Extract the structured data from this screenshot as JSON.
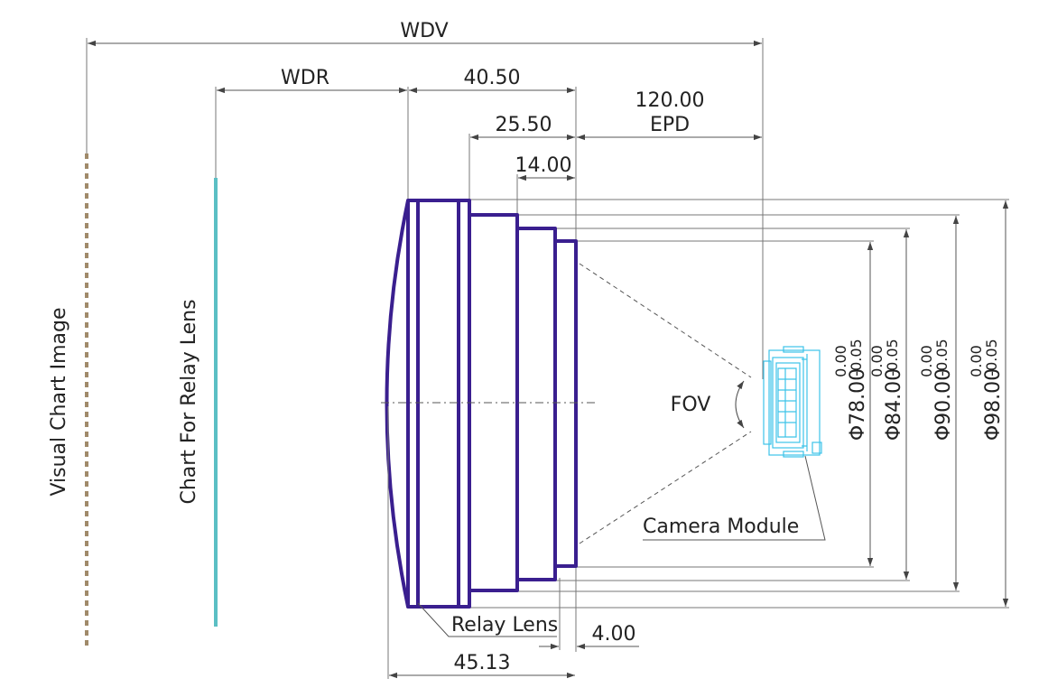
{
  "labels": {
    "wdv": "WDV",
    "wdr": "WDR",
    "dim_40_50": "40.50",
    "dim_120": "120.00",
    "epd": "EPD",
    "dim_25_50": "25.50",
    "dim_14": "14.00",
    "dim_45_13": "45.13",
    "dim_4": "4.00",
    "fov": "FOV",
    "camera_module": "Camera Module",
    "relay_lens": "Relay Lens",
    "visual_chart_image": "Visual Chart Image",
    "chart_for_relay_lens": "Chart For Relay Lens"
  },
  "diameters": [
    {
      "main": "Φ78.00",
      "tol_upper": "0.00",
      "tol_lower": "-0.05"
    },
    {
      "main": "Φ84.00",
      "tol_upper": "0.00",
      "tol_lower": "-0.05"
    },
    {
      "main": "Φ90.00",
      "tol_upper": "0.00",
      "tol_lower": "-0.05"
    },
    {
      "main": "Φ98.00",
      "tol_upper": "0.00",
      "tol_lower": "-0.05"
    }
  ],
  "colors": {
    "lens_outline": "#3a1f8f",
    "chart_relay": "#5bbfc4",
    "chart_visual": "#a08a6a",
    "camera_module": "#3cc3e8"
  }
}
